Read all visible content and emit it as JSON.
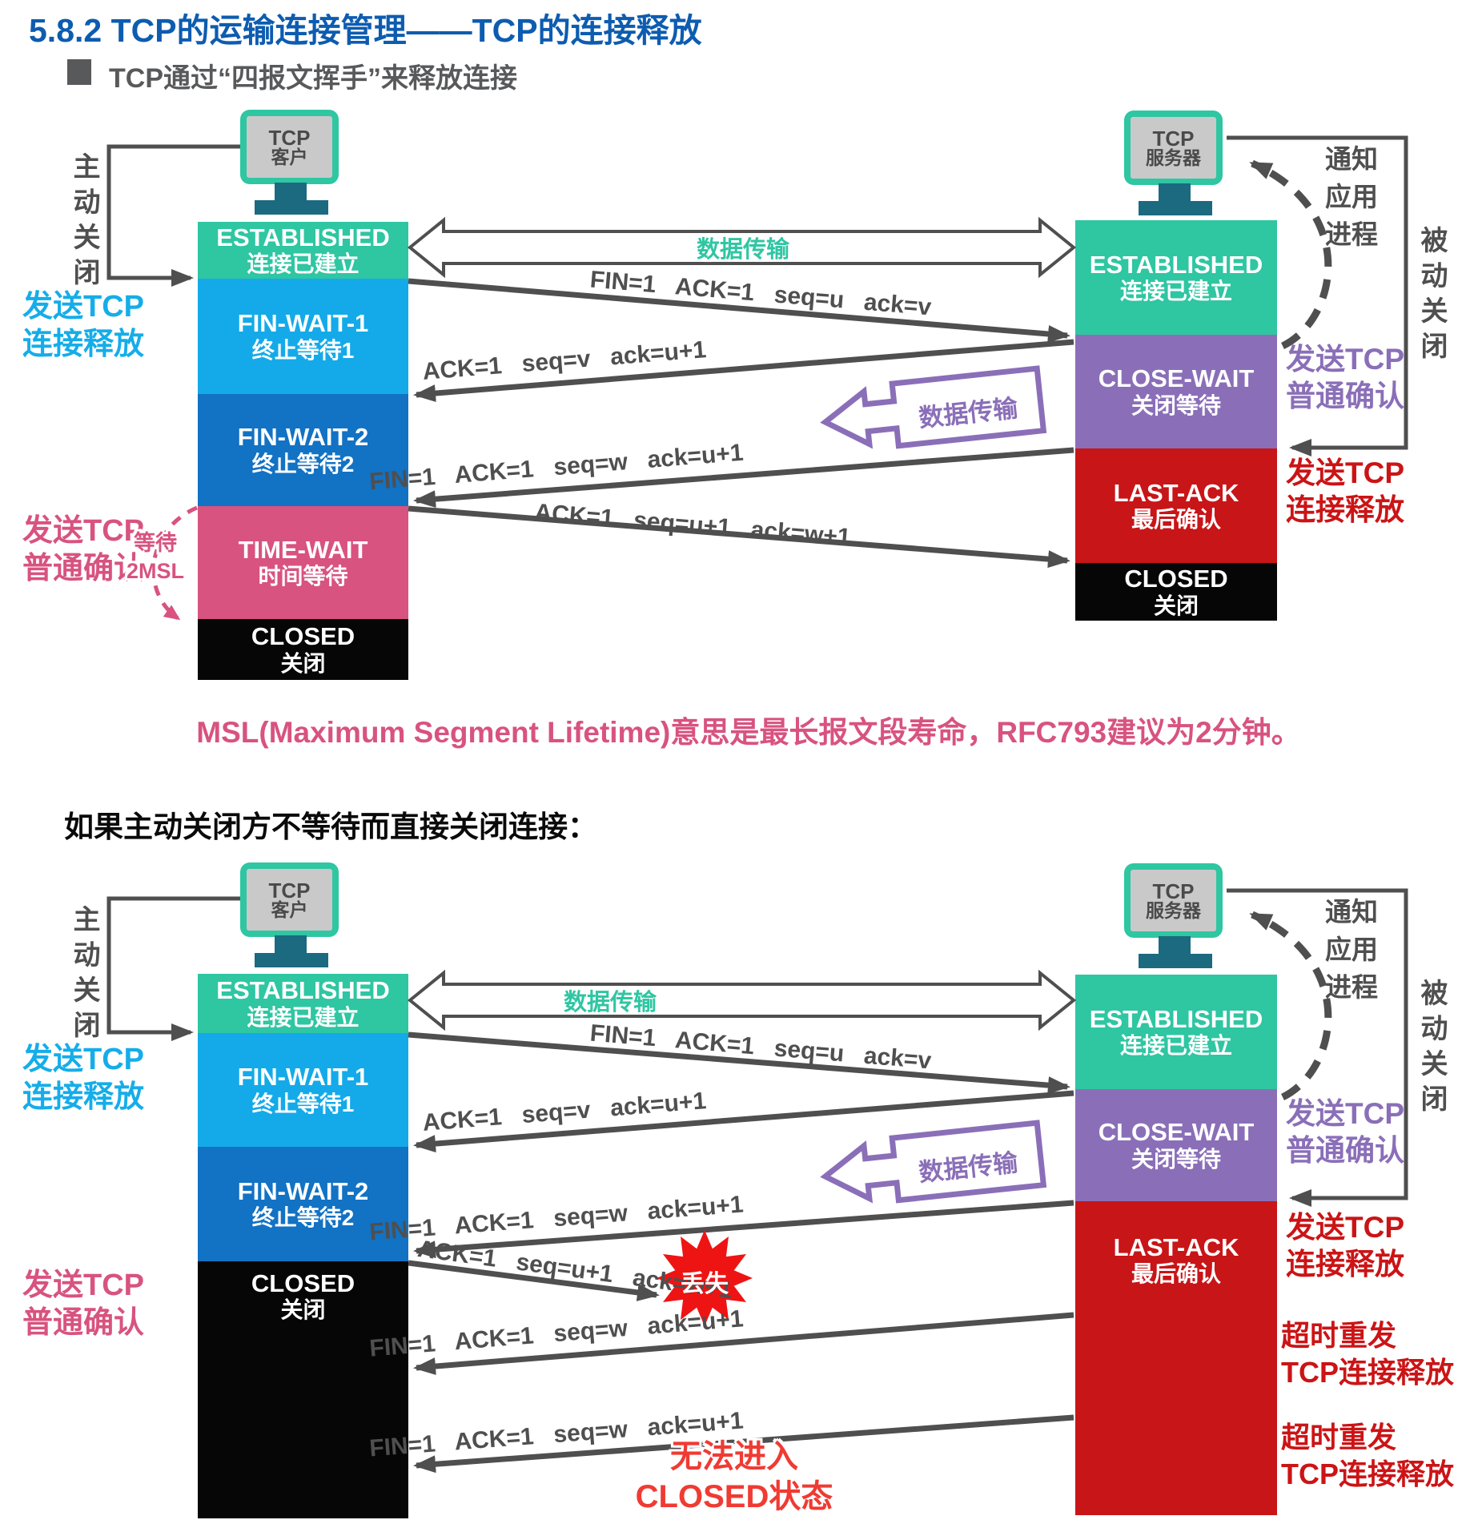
{
  "title": "5.8.2 TCP的运输连接管理——TCP的连接释放",
  "subtitle": "TCP通过“四报文挥手”来释放连接",
  "note_msl": "MSL(Maximum Segment Lifetime)意思是最长报文段寿命，RFC793建议为2分钟。",
  "section2_heading": "如果主动关闭方不等待而直接关闭连接：",
  "monitor": {
    "tcp": "TCP",
    "client": "客户",
    "server": "服务器"
  },
  "states": {
    "established": {
      "en": "ESTABLISHED",
      "zh": "连接已建立"
    },
    "fin_wait_1": {
      "en": "FIN-WAIT-1",
      "zh": "终止等待1"
    },
    "fin_wait_2": {
      "en": "FIN-WAIT-2",
      "zh": "终止等待2"
    },
    "time_wait": {
      "en": "TIME-WAIT",
      "zh": "时间等待"
    },
    "close_wait": {
      "en": "CLOSE-WAIT",
      "zh": "关闭等待"
    },
    "last_ack": {
      "en": "LAST-ACK",
      "zh": "最后确认"
    },
    "closed": {
      "en": "CLOSED",
      "zh": "关闭"
    }
  },
  "messages": {
    "data_transfer": "数据传输",
    "fin_u": "FIN=1   ACK=1   seq=u   ack=v",
    "ack_v": "ACK=1   seq=v   ack=u+1",
    "fin_w": "FIN=1   ACK=1   seq=w   ack=u+1",
    "ack_w": "ACK=1   seq=u+1   ack=w+1"
  },
  "side": {
    "active_close": "主动关闭",
    "passive_close": "被动关闭",
    "send_release_1": "发送TCP",
    "send_release_2": "连接释放",
    "send_ack_1": "发送TCP",
    "send_ack_2": "普通确认",
    "notify_1": "通知",
    "notify_2": "应用",
    "notify_3": "进程",
    "wait_1": "等待",
    "wait_2": "2MSL",
    "timeout_1": "超时重发",
    "timeout_2": "TCP连接释放",
    "lost": "丢失",
    "cannot_1": "无法进入",
    "cannot_2": "CLOSED状态"
  },
  "colors": {
    "title_blue": "#0d5cb0",
    "established_teal": "#2fc6a2",
    "fin_wait_1_blue": "#14aae9",
    "fin_wait_2_blue": "#1272c4",
    "time_wait_pink": "#d8537f",
    "close_wait_purple": "#8a6fb8",
    "last_ack_red": "#c81518",
    "closed_black": "#060606",
    "arrow_gray": "#4f4f4f",
    "cyan_text": "#15ade9",
    "lost_burst_red": "#ee1414",
    "monitor_stand": "#1b6a80"
  }
}
